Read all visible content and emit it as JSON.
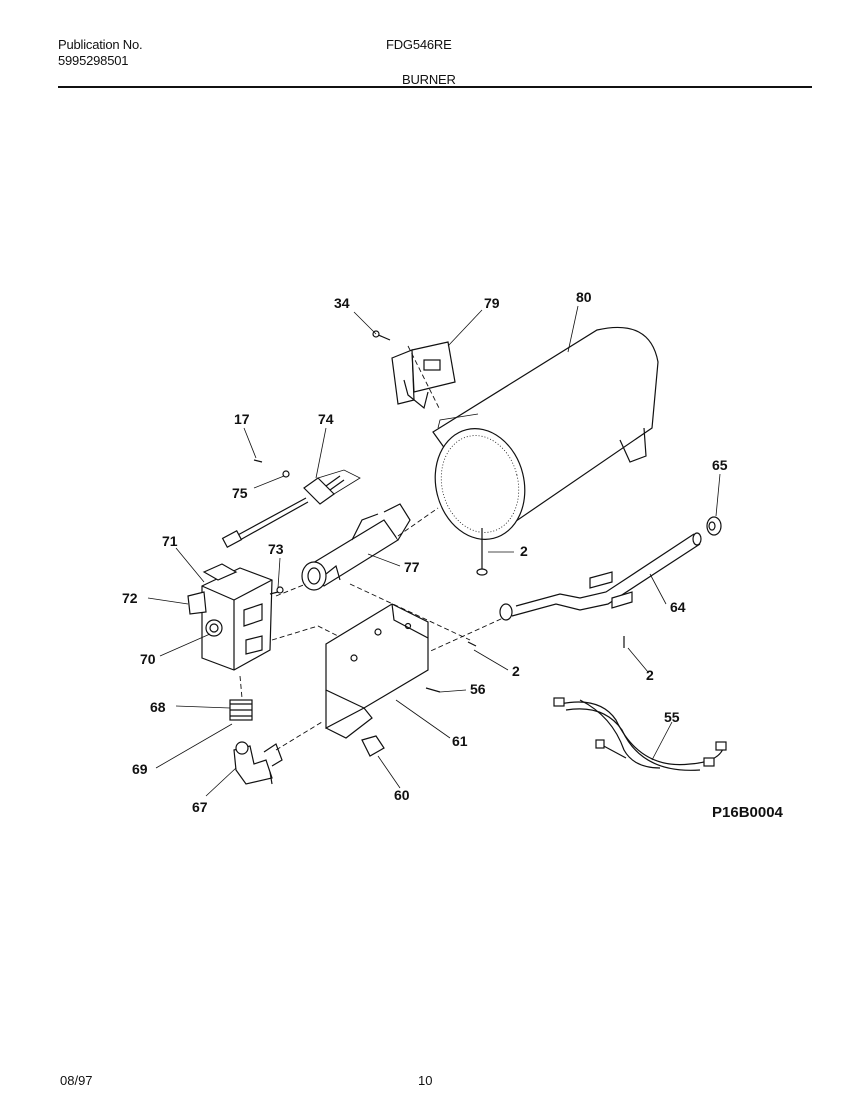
{
  "header": {
    "publication_label": "Publication No.",
    "publication_number": "5995298501",
    "model": "FDG546RE",
    "section": "BURNER"
  },
  "diagram": {
    "reference_code": "P16B0004",
    "callouts": {
      "c34": "34",
      "c79": "79",
      "c80": "80",
      "c17": "17",
      "c74": "74",
      "c75": "75",
      "c65": "65",
      "c71": "71",
      "c73": "73",
      "c77": "77",
      "c2a": "2",
      "c72": "72",
      "c64": "64",
      "c70": "70",
      "c2b": "2",
      "c2c": "2",
      "c56": "56",
      "c68": "68",
      "c55": "55",
      "c61": "61",
      "c69": "69",
      "c67": "67",
      "c60": "60"
    }
  },
  "footer": {
    "date": "08/97",
    "page": "10"
  }
}
